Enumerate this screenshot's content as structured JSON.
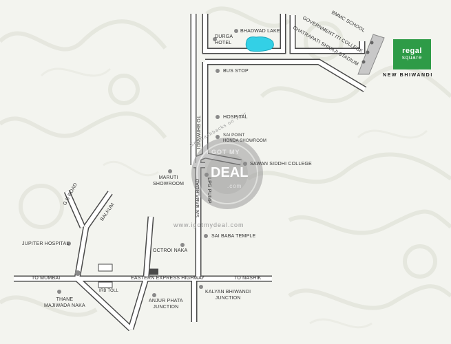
{
  "brand": {
    "logo_line1": "regal",
    "logo_line2": "square",
    "subtitle": "NEW BHIWANDI",
    "color": "#2e9b47"
  },
  "watermark": {
    "url": "www.igotmydeal.com",
    "tag": "Get Cashbacks on Your",
    "brand_top": "I GOT MY",
    "brand_mid": "DEAL",
    "brand_bottom": ".com"
  },
  "labels": {
    "bhadwad_lake": "BHADWAD LAKE",
    "durga_hotel": "DURGA\nHOTEL",
    "bmmc_school": "BMMC SCHOOL",
    "govt_iti": "GOVERNMENT ITI COLLEGE",
    "chatrapati": "CHATRAPATI SHIVAJI STADIUM",
    "bus_stop": "BUS STOP",
    "hospital": "HOSPITAL",
    "sai_point": "SAI POINT\nHONDA SHOWROOM",
    "sawan_siddhi": "SAWAN SIDDHI COLLEGE",
    "to_bhiwandi": "TO BHIWANDI",
    "maruti": "MARUTI\nSHOWROOM",
    "lpg_pump": "LPG PUMP",
    "sai_baba_road": "SAI BABA ROAD",
    "sai_baba_temple": "SAI BABA TEMPLE",
    "gb_road": "G B ROAD",
    "balkum": "BALKUM",
    "jupiter": "JUPITER HOSPITAL",
    "octroi": "OCTROI NAKA",
    "to_mumbai": "TO MUMBAI",
    "eastern_express": "EASTERN EXPRESS HIGHWAY",
    "to_nashik": "TO NASHIK",
    "irb_toll": "IRB TOLL",
    "thane": "THANE\nMAJIWADA NAKA",
    "anjur": "ANJUR PHATA\nJUNCTION",
    "kalyan": "KALYAN BHIWANDI\nJUNCTION"
  },
  "colors": {
    "road_stroke": "#4a4a4a",
    "road_fill": "#ffffff",
    "lake": "#33d0e6",
    "marker": "#8a8a8a"
  }
}
